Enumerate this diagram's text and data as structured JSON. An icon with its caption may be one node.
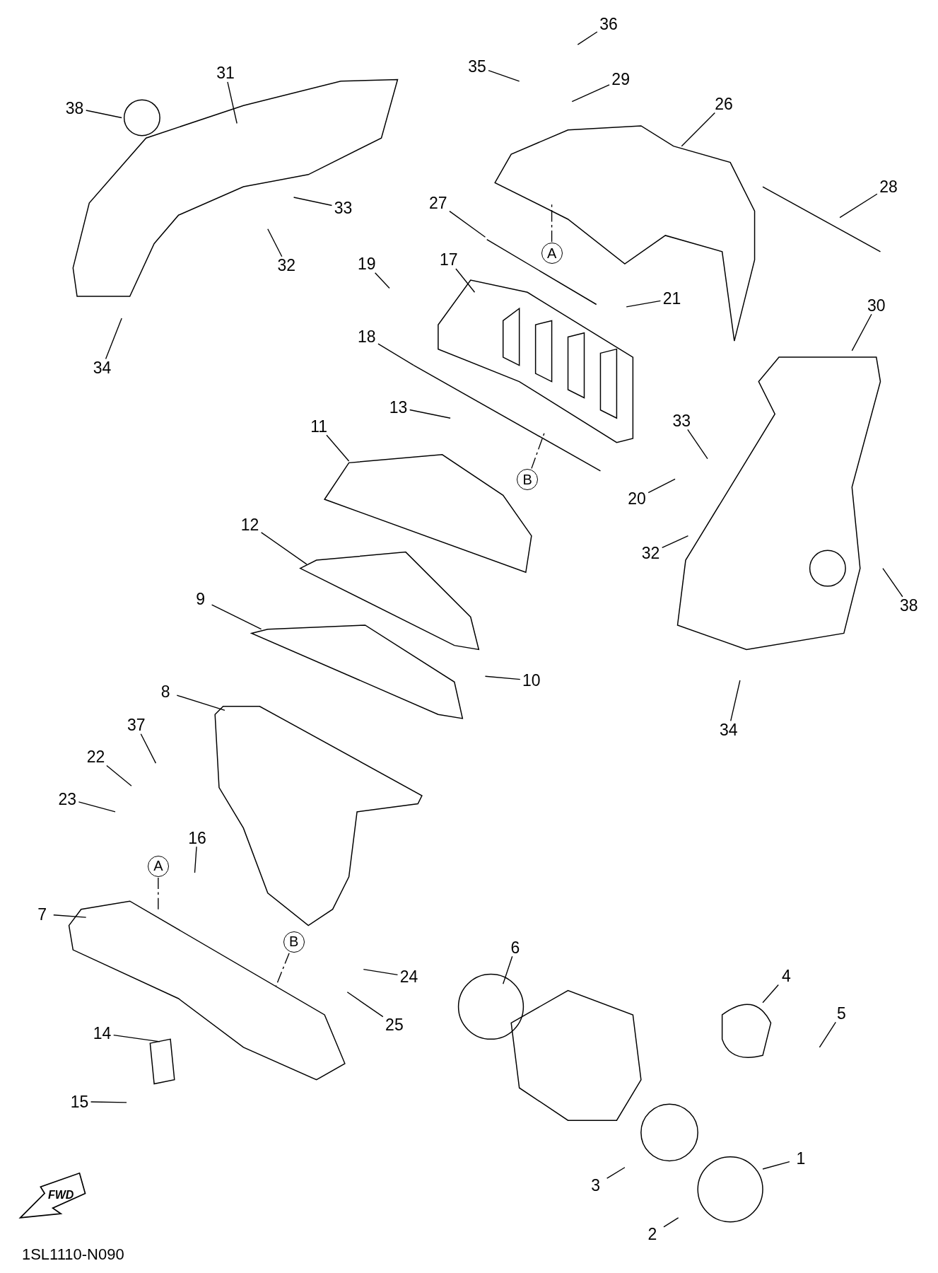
{
  "diagram": {
    "nodes": [
      {
        "text": [
          "31"
        ]
      },
      {
        "text": [
          "38"
        ]
      },
      {
        "text": [
          "33"
        ]
      },
      {
        "text": [
          "32"
        ]
      },
      {
        "text": [
          "34"
        ]
      },
      {
        "text": [
          "35"
        ]
      },
      {
        "text": [
          "36"
        ]
      },
      {
        "text": [
          "29"
        ]
      },
      {
        "text": [
          "26"
        ]
      },
      {
        "text": [
          "28"
        ]
      },
      {
        "text": [
          "27"
        ]
      },
      {
        "text": [
          "19"
        ]
      },
      {
        "text": [
          "17"
        ]
      },
      {
        "text": [
          "21"
        ]
      },
      {
        "text": [
          "18"
        ]
      },
      {
        "text": [
          "30"
        ]
      },
      {
        "text": [
          "13"
        ]
      },
      {
        "text": [
          "11"
        ]
      },
      {
        "text": [
          "33"
        ]
      },
      {
        "text": [
          "20"
        ]
      },
      {
        "text": [
          "32"
        ]
      },
      {
        "text": [
          "38"
        ]
      },
      {
        "text": [
          "12"
        ]
      },
      {
        "text": [
          "9"
        ]
      },
      {
        "text": [
          "10"
        ]
      },
      {
        "text": [
          "8"
        ]
      },
      {
        "text": [
          "34"
        ]
      },
      {
        "text": [
          "37"
        ]
      },
      {
        "text": [
          "22"
        ]
      },
      {
        "text": [
          "23"
        ]
      },
      {
        "text": [
          "16"
        ]
      },
      {
        "text": [
          "7"
        ]
      },
      {
        "text": [
          "6"
        ]
      },
      {
        "text": [
          "24"
        ]
      },
      {
        "text": [
          "4"
        ]
      },
      {
        "text": [
          "5"
        ]
      },
      {
        "text": [
          "25"
        ]
      },
      {
        "text": [
          "14"
        ]
      },
      {
        "text": [
          "15"
        ]
      },
      {
        "text": [
          "1"
        ]
      },
      {
        "text": [
          "3"
        ]
      },
      {
        "text": [
          "2"
        ]
      },
      {
        "text": [
          "A"
        ]
      },
      {
        "text": [
          "B"
        ]
      },
      {
        "text": [
          "A"
        ]
      },
      {
        "text": [
          "B"
        ]
      }
    ],
    "edges": [
      {
        "from": 0,
        "to": null,
        "arrow": "none"
      },
      {
        "from": 1,
        "to": null,
        "arrow": "none"
      },
      {
        "from": 2,
        "to": null,
        "arrow": "none"
      },
      {
        "from": 3,
        "to": null,
        "arrow": "none"
      },
      {
        "from": 4,
        "to": null,
        "arrow": "none"
      },
      {
        "from": 5,
        "to": null,
        "arrow": "none"
      },
      {
        "from": 6,
        "to": null,
        "arrow": "none"
      },
      {
        "from": 7,
        "to": null,
        "arrow": "none"
      },
      {
        "from": 8,
        "to": null,
        "arrow": "none"
      },
      {
        "from": 9,
        "to": null,
        "arrow": "none"
      },
      {
        "from": 10,
        "to": null,
        "arrow": "none"
      },
      {
        "from": 11,
        "to": null,
        "arrow": "none"
      },
      {
        "from": 12,
        "to": null,
        "arrow": "none"
      },
      {
        "from": 13,
        "to": null,
        "arrow": "none"
      },
      {
        "from": 14,
        "to": null,
        "arrow": "none"
      },
      {
        "from": 15,
        "to": null,
        "arrow": "none"
      },
      {
        "from": 16,
        "to": null,
        "arrow": "none"
      },
      {
        "from": 17,
        "to": null,
        "arrow": "none"
      },
      {
        "from": 18,
        "to": null,
        "arrow": "none"
      },
      {
        "from": 19,
        "to": null,
        "arrow": "none"
      },
      {
        "from": 20,
        "to": null,
        "arrow": "none"
      },
      {
        "from": 21,
        "to": null,
        "arrow": "none"
      },
      {
        "from": 22,
        "to": null,
        "arrow": "none"
      },
      {
        "from": 23,
        "to": null,
        "arrow": "none"
      },
      {
        "from": 24,
        "to": null,
        "arrow": "none"
      },
      {
        "from": 25,
        "to": null,
        "arrow": "none"
      },
      {
        "from": 26,
        "to": null,
        "arrow": "none"
      },
      {
        "from": 27,
        "to": null,
        "arrow": "none"
      },
      {
        "from": 28,
        "to": null,
        "arrow": "none"
      },
      {
        "from": 29,
        "to": null,
        "arrow": "none"
      },
      {
        "from": 30,
        "to": null,
        "arrow": "none"
      },
      {
        "from": 31,
        "to": null,
        "arrow": "none"
      },
      {
        "from": 32,
        "to": null,
        "arrow": "none"
      },
      {
        "from": 33,
        "to": null,
        "arrow": "none"
      },
      {
        "from": 34,
        "to": null,
        "arrow": "none"
      },
      {
        "from": 35,
        "to": null,
        "arrow": "none"
      },
      {
        "from": 36,
        "to": null,
        "arrow": "none"
      },
      {
        "from": 37,
        "to": null,
        "arrow": "none"
      },
      {
        "from": 38,
        "to": null,
        "arrow": "none"
      },
      {
        "from": 39,
        "to": null,
        "arrow": "none"
      },
      {
        "from": 40,
        "to": null,
        "arrow": "none"
      },
      {
        "from": 41,
        "to": null,
        "arrow": "none"
      },
      {
        "from": 42,
        "to": null,
        "arrow": "none",
        "style": "dashed"
      },
      {
        "from": 43,
        "to": null,
        "arrow": "none",
        "style": "dashed"
      },
      {
        "from": 44,
        "to": null,
        "arrow": "none",
        "style": "dashed"
      },
      {
        "from": 45,
        "to": null,
        "arrow": "none",
        "style": "dashed"
      }
    ],
    "labels": [
      "FWD",
      "1SL1110-N090"
    ]
  }
}
